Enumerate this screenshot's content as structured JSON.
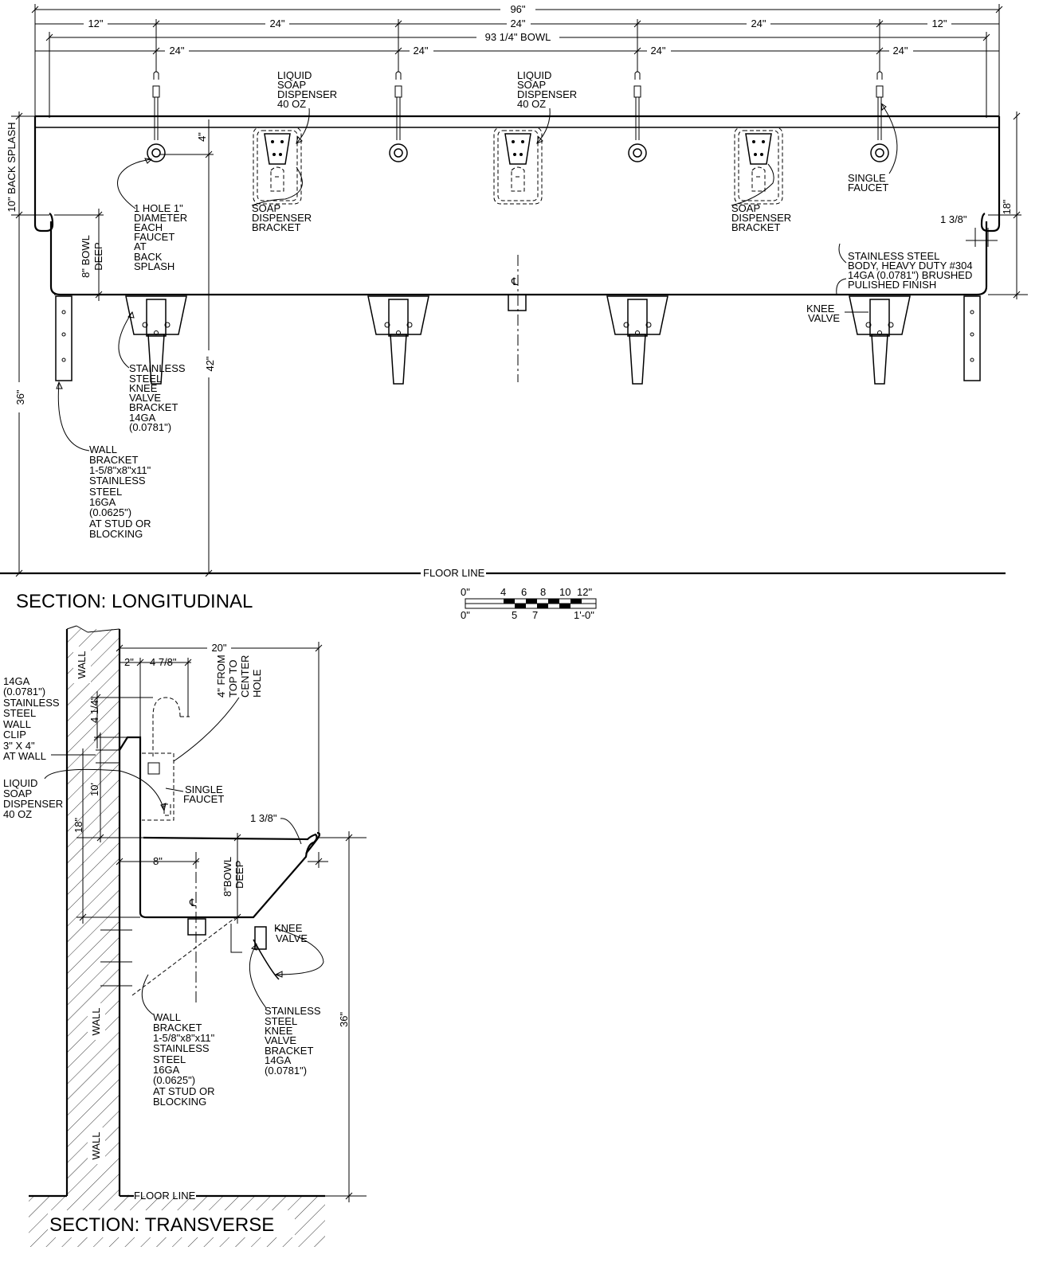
{
  "longitudinal": {
    "title": "SECTION: LONGITUDINAL",
    "dims": {
      "overall": "96\"",
      "top_segments": [
        "12\"",
        "24\"",
        "24\"",
        "24\"",
        "12\""
      ],
      "bowl": "93 1/4\" BOWL",
      "faucet_spacing": [
        "24\"",
        "24\"",
        "24\"",
        "24\""
      ],
      "back_splash": "10\" BACK SPLASH",
      "faucet_offset": "4\"",
      "bowl_deep": "8\" BOWL DEEP",
      "rim": "1 3/8\"",
      "right_18": "18\"",
      "left_36": "36\"",
      "mid_42": "42\""
    },
    "labels": {
      "soap_dispenser": [
        "LIQUID",
        "SOAP",
        "DISPENSER",
        "40 OZ"
      ],
      "soap_bracket": [
        "SOAP",
        "DISPENSER",
        "BRACKET"
      ],
      "hole": [
        "1 HOLE 1\"",
        "DIAMETER",
        "EACH",
        "FAUCET",
        "AT",
        "BACK",
        "SPLASH"
      ],
      "single_faucet": [
        "SINGLE",
        "FAUCET"
      ],
      "body": [
        "STAINLESS STEEL",
        "BODY, HEAVY DUTY #304",
        "14GA (0.0781\") BRUSHED",
        "PULISHED FINISH"
      ],
      "knee_valve": [
        "KNEE",
        "VALVE"
      ],
      "knee_bracket": [
        "STAINLESS",
        "STEEL",
        "KNEE",
        "VALVE",
        "BRACKET",
        "14GA",
        "(0.0781\")"
      ],
      "wall_bracket": [
        "WALL",
        "BRACKET",
        "1-5/8\"x8\"x11\"",
        "STAINLESS",
        "STEEL",
        "16GA",
        "(0.0625\")",
        "AT STUD OR",
        "BLOCKING"
      ],
      "floor_line": "FLOOR LINE"
    }
  },
  "scale": {
    "top": [
      "0\"",
      "4",
      "6",
      "8",
      "10",
      "12\""
    ],
    "bottom": [
      "0\"",
      "5",
      "7",
      "1'-0\""
    ]
  },
  "transverse": {
    "title": "SECTION: TRANSVERSE",
    "dims": {
      "depth": "20\"",
      "two": "2\"",
      "four78": "4 7/8\"",
      "four14": "4 1/4\"",
      "ten": "10'",
      "eighteen": "18\"",
      "eight": "8\"",
      "bowl_deep": "8\"BOWL DEEP",
      "rim": "1 3/8\"",
      "height": "36\""
    },
    "labels": {
      "wall": "WALL",
      "top_to_center": [
        "4\" FROM",
        "TOP TO",
        "CENTER",
        "HOLE"
      ],
      "wall_clip": [
        "14GA",
        "(0.0781\")",
        "STAINLESS",
        "STEEL",
        "WALL",
        "CLIP",
        "3\" X 4\"",
        "AT WALL"
      ],
      "soap": [
        "LIQUID",
        "SOAP",
        "DISPENSER",
        "40 OZ"
      ],
      "single_faucet": [
        "SINGLE",
        "FAUCET"
      ],
      "knee_valve": [
        "KNEE",
        "VALVE"
      ],
      "knee_bracket": [
        "STAINLESS",
        "STEEL",
        "KNEE",
        "VALVE",
        "BRACKET",
        "14GA",
        "(0.0781\")"
      ],
      "wall_bracket": [
        "WALL",
        "BRACKET",
        "1-5/8\"x8\"x11\"",
        "STAINLESS",
        "STEEL",
        "16GA",
        "(0.0625\")",
        "AT STUD OR",
        "BLOCKING"
      ],
      "floor_line": "FLOOR LINE"
    }
  }
}
